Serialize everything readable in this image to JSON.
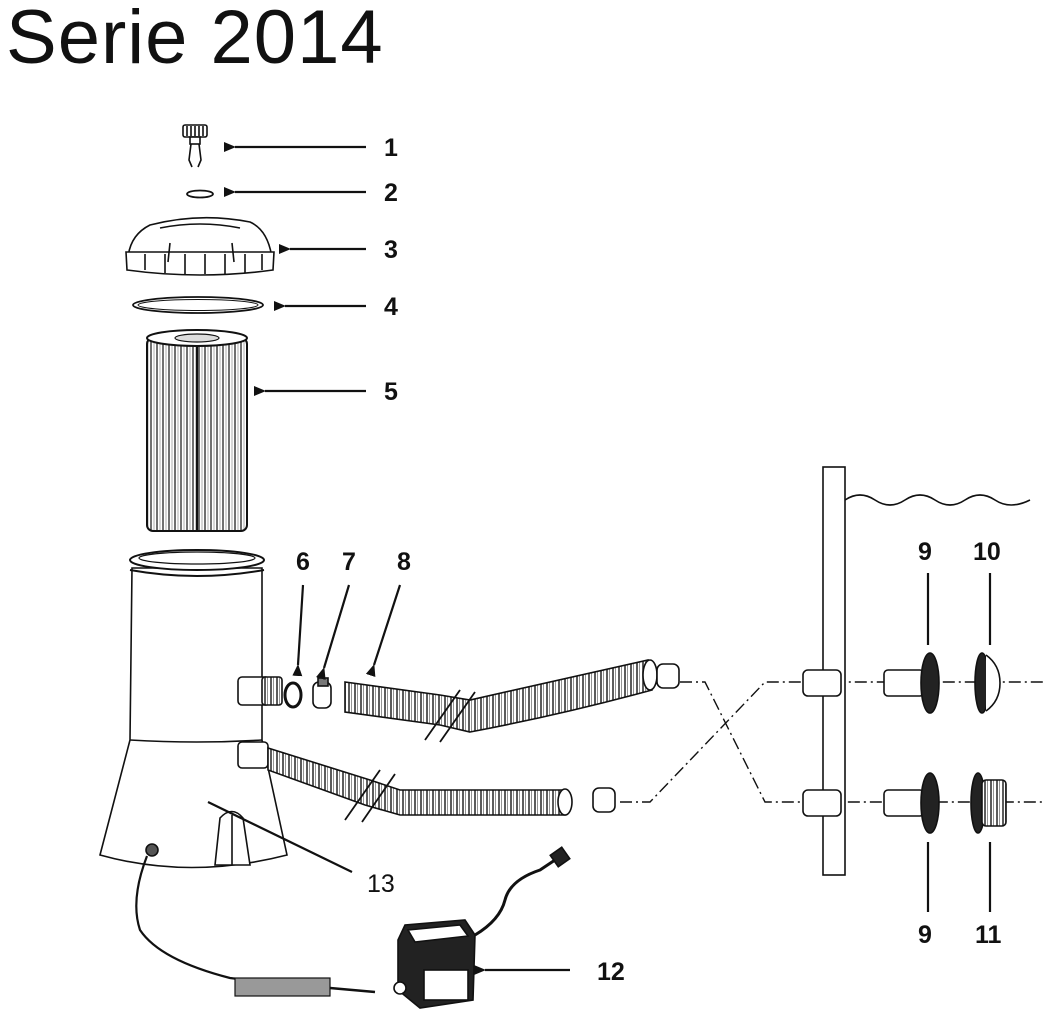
{
  "title": "Serie 2014",
  "colors": {
    "ink": "#111111",
    "paper": "#ffffff",
    "shade": "#777777"
  },
  "parts": [
    {
      "id": "1",
      "label": "1",
      "icon": "valve-cap-icon"
    },
    {
      "id": "2",
      "label": "2",
      "icon": "o-ring-small-icon"
    },
    {
      "id": "3",
      "label": "3",
      "icon": "lid-cap-icon"
    },
    {
      "id": "4",
      "label": "4",
      "icon": "o-ring-large-icon"
    },
    {
      "id": "5",
      "label": "5",
      "icon": "filter-cartridge-icon"
    },
    {
      "id": "6",
      "label": "6",
      "icon": "gasket-icon"
    },
    {
      "id": "7",
      "label": "7",
      "icon": "hose-clamp-icon"
    },
    {
      "id": "8",
      "label": "8",
      "icon": "hose-icon"
    },
    {
      "id": "9a",
      "label": "9",
      "icon": "strainer-connector-icon"
    },
    {
      "id": "10",
      "label": "10",
      "icon": "strainer-grid-icon"
    },
    {
      "id": "9b",
      "label": "9",
      "icon": "strainer-connector-icon"
    },
    {
      "id": "11",
      "label": "11",
      "icon": "plunger-plug-icon"
    },
    {
      "id": "12",
      "label": "12",
      "icon": "transformer-icon"
    },
    {
      "id": "13",
      "label": "13",
      "icon": "pump-housing-icon"
    }
  ]
}
